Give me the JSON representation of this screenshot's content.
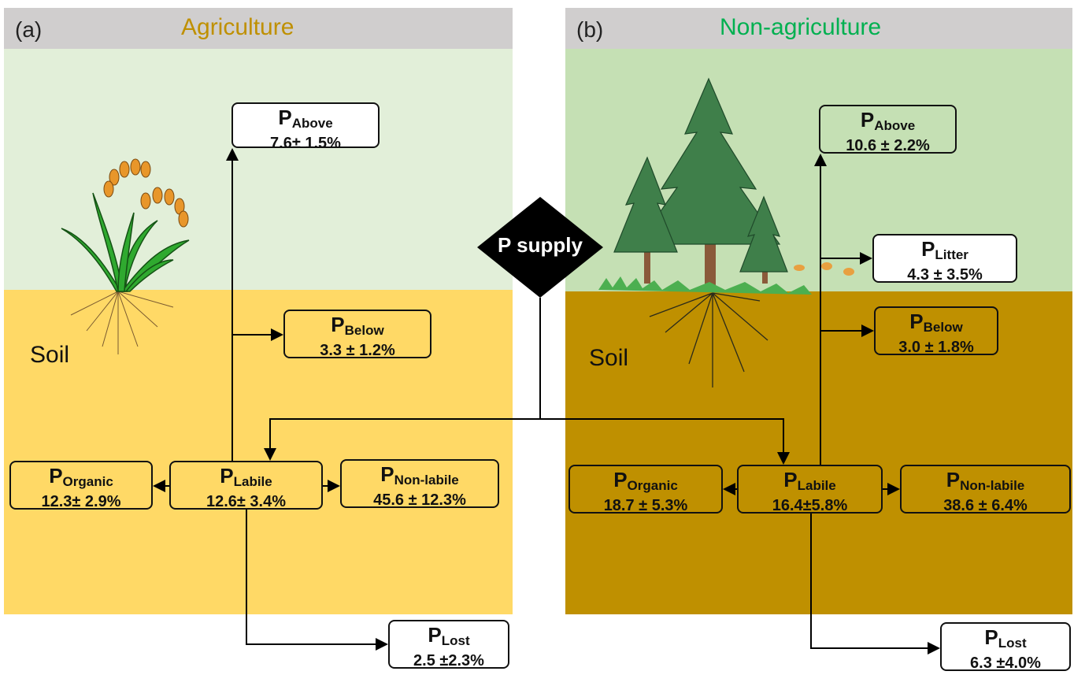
{
  "panel_a": {
    "label": "(a)",
    "title": "Agriculture",
    "soil": "Soil",
    "boxes": {
      "above": {
        "p": "P",
        "sub": "Above",
        "val": "7.6± 1.5%"
      },
      "below": {
        "p": "P",
        "sub": "Below",
        "val": "3.3 ± 1.2%"
      },
      "organic": {
        "p": "P",
        "sub": "Organic",
        "val": "12.3± 2.9%"
      },
      "labile": {
        "p": "P",
        "sub": "Labile",
        "val": "12.6± 3.4%"
      },
      "nonlabile": {
        "p": "P",
        "sub": "Non-labile",
        "val": "45.6 ± 12.3%"
      },
      "lost": {
        "p": "P",
        "sub": "Lost",
        "val": "2.5 ±2.3%"
      }
    }
  },
  "panel_b": {
    "label": "(b)",
    "title": "Non-agriculture",
    "soil": "Soil",
    "boxes": {
      "above": {
        "p": "P",
        "sub": "Above",
        "val": "10.6 ± 2.2%"
      },
      "litter": {
        "p": "P",
        "sub": "Litter",
        "val": "4.3 ± 3.5%"
      },
      "below": {
        "p": "P",
        "sub": "Below",
        "val": "3.0 ± 1.8%"
      },
      "organic": {
        "p": "P",
        "sub": "Organic",
        "val": "18.7 ± 5.3%"
      },
      "labile": {
        "p": "P",
        "sub": "Labile",
        "val": "16.4±5.8%"
      },
      "nonlabile": {
        "p": "P",
        "sub": "Non-labile",
        "val": "38.6 ± 6.4%"
      },
      "lost": {
        "p": "P",
        "sub": "Lost",
        "val": "6.3 ±4.0%"
      }
    }
  },
  "supply": "P supply",
  "colors": {
    "header": "#d0cece",
    "a_sky": "#e2efd9",
    "a_soil": "#ffd966",
    "b_sky": "#c5e0b4",
    "b_soil": "#bf9000",
    "a_title": "#bf9000",
    "b_title": "#00b050"
  }
}
